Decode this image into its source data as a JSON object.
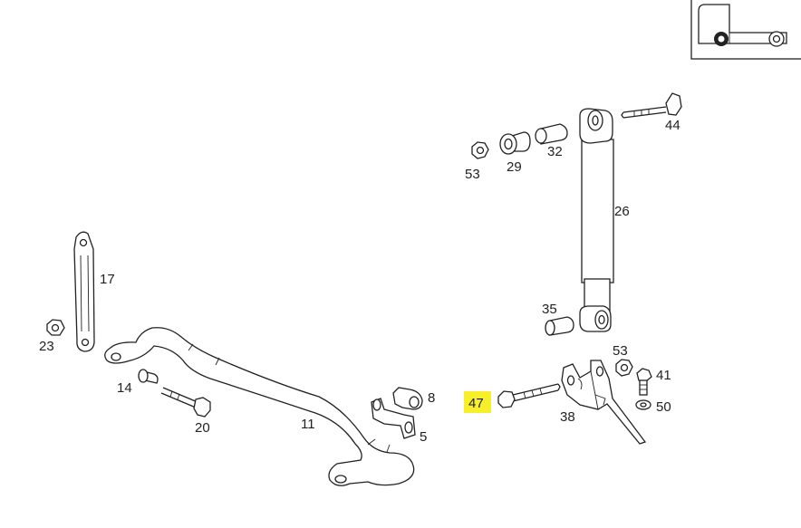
{
  "labels": {
    "p44": "44",
    "p53a": "53",
    "p29": "29",
    "p32": "32",
    "p26": "26",
    "p35": "35",
    "p53b": "53",
    "p41": "41",
    "p50": "50",
    "p38": "38",
    "p47": "47",
    "p17": "17",
    "p23": "23",
    "p14": "14",
    "p20": "20",
    "p11": "11",
    "p8": "8",
    "p5": "5"
  },
  "highlight": {
    "part": "47",
    "color": "#f7ef2a"
  },
  "colors": {
    "line": "#222222",
    "background": "#ffffff"
  },
  "icons": {
    "corner": "truck-front-axle-icon"
  }
}
